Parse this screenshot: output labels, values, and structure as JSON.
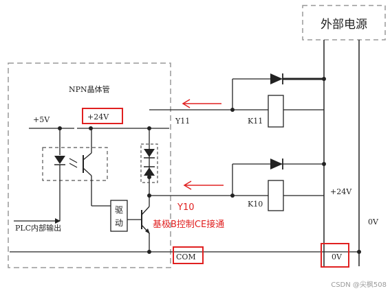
{
  "labels": {
    "external_power": "外部电源",
    "npn_transistor": "NPN晶体管",
    "plus_5v": "+5V",
    "plus_24v_box": "+24V",
    "y11": "Y11",
    "k11": "K11",
    "y10_red": "Y10",
    "k10": "K10",
    "plus_24v_right": "+24V",
    "zero_v_rail": "0V",
    "zero_v_box": "0V",
    "drive_top": "驱",
    "drive_bottom": "动",
    "base_note": "基极B控制CE接通",
    "plc_output": "PLC内部输出",
    "com": "COM",
    "watermark": "CSDN @尖枫508"
  },
  "colors": {
    "ink": "#222222",
    "annotation_red": "#e02020",
    "dashed_border": "#999999",
    "watermark_gray": "#9a9a9a"
  }
}
